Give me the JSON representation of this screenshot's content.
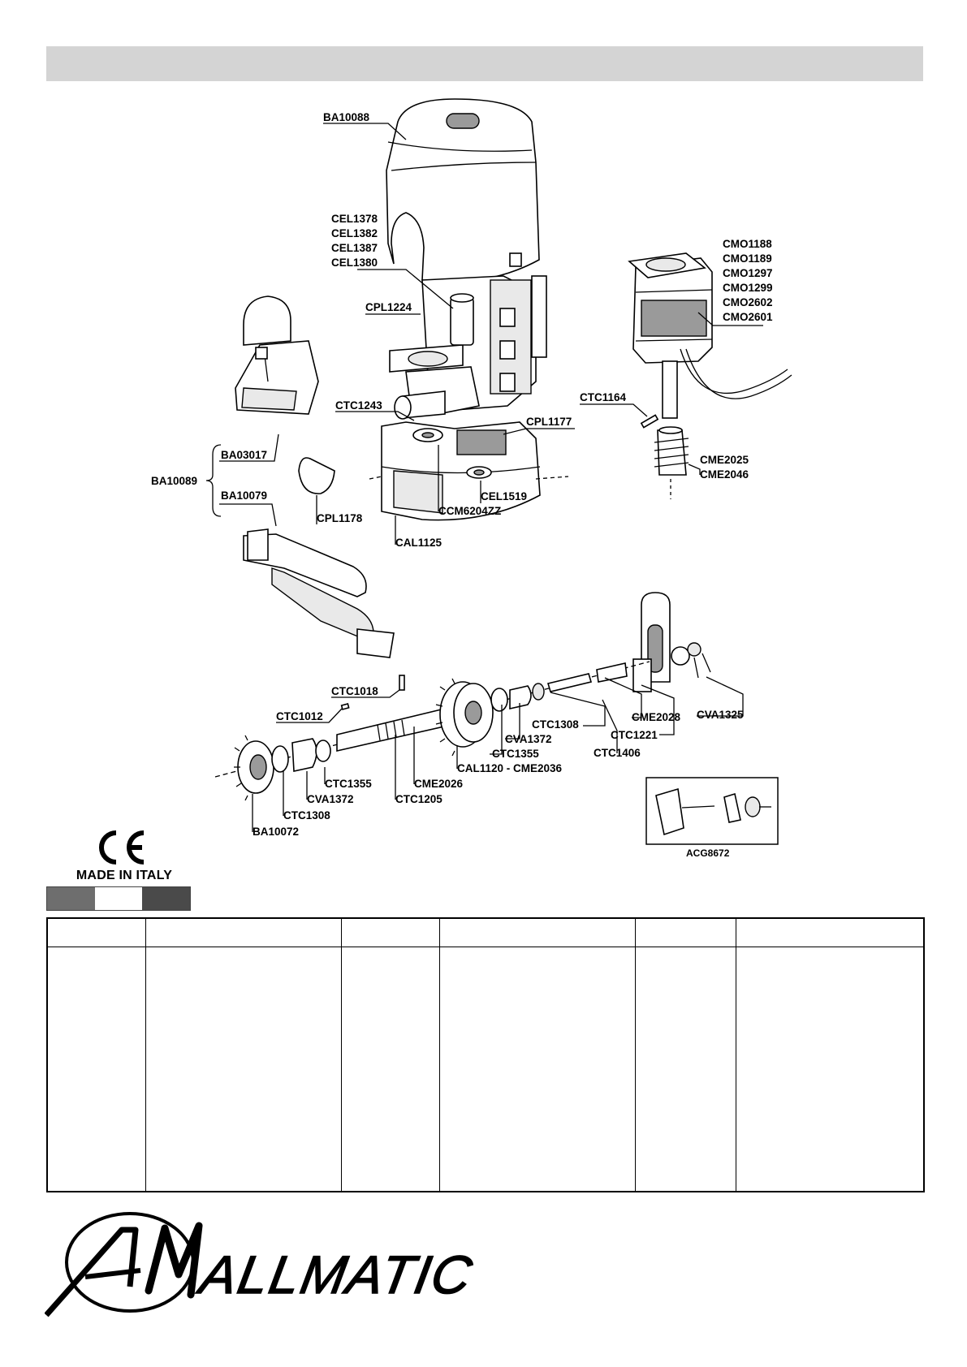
{
  "labels": {
    "ba10088": "BA10088",
    "cel1378": "CEL1378",
    "cel1382": "CEL1382",
    "cel1387": "CEL1387",
    "cel1380": "CEL1380",
    "cpl1224": "CPL1224",
    "cmo1188": "CMO1188",
    "cmo1189": "CMO1189",
    "cmo1297": "CMO1297",
    "cmo1299": "CMO1299",
    "cmo2602": "CMO2602",
    "cmo2601": "CMO2601",
    "ctc1164": "CTC1164",
    "ctc1243": "CTC1243",
    "cpl1177": "CPL1177",
    "ba03017": "BA03017",
    "ba10089": "BA10089",
    "ba10079": "BA10079",
    "cme2025": "CME2025",
    "cme2046": "CME2046",
    "cel1519": "CEL1519",
    "ccm6204zz": "CCM6204ZZ",
    "cpl1178": "CPL1178",
    "cal1125": "CAL1125",
    "ctc1018": "CTC1018",
    "ctc1012": "CTC1012",
    "ctc1308_a": "CTC1308",
    "cme2028": "CME2028",
    "cva1325": "CVA1325",
    "ctc1221": "CTC1221",
    "cva1372_a": "CVA1372",
    "ctc1406": "CTC1406",
    "ctc1355_a": "CTC1355",
    "cal1120": "CAL1120 - CME2036",
    "cme2026": "CME2026",
    "ctc1355_b": "CTC1355",
    "ctc1205": "CTC1205",
    "cva1372_b": "CVA1372",
    "ctc1308_b": "CTC1308",
    "ba10072": "BA10072",
    "acg8672": "ACG8672"
  },
  "footer": {
    "ce_mark": "CE",
    "made_in": "MADE IN ITALY",
    "brand": "ALLMATIC",
    "logo_monogram": "AM"
  },
  "colors": {
    "header_bar": "#d4d4d4",
    "flag_left": "#6e6e6e",
    "flag_middle": "#ffffff",
    "flag_right": "#4a4a4a"
  },
  "table": {
    "columns": 6
  }
}
